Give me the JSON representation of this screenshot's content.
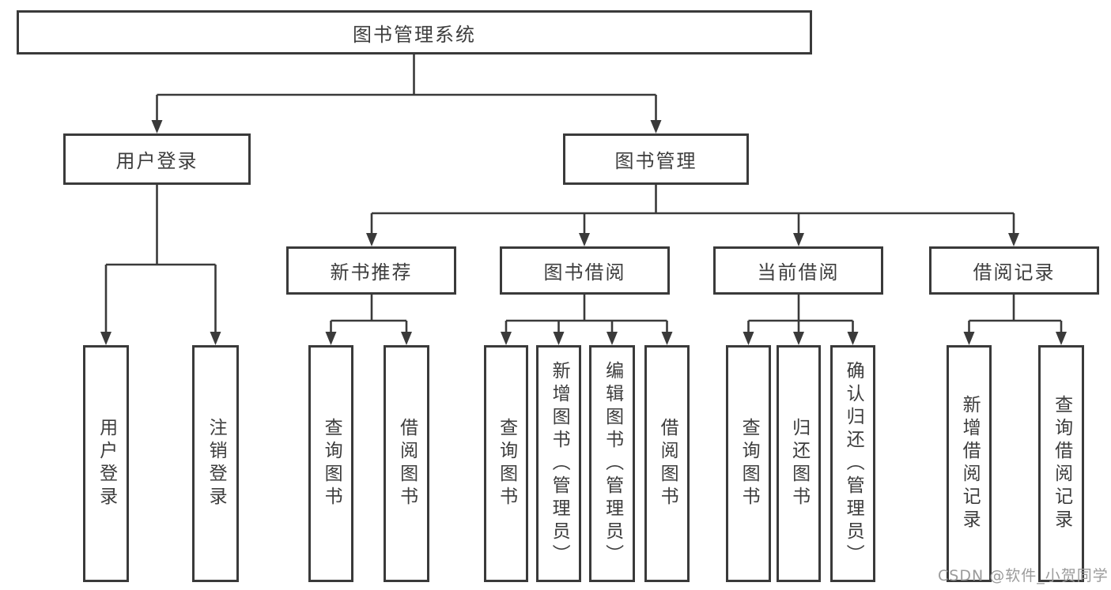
{
  "diagram": {
    "root": {
      "label": "图书管理系统"
    },
    "children": [
      {
        "label": "用户登录",
        "children": [
          {
            "label": "用户登录"
          },
          {
            "label": "注销登录"
          }
        ]
      },
      {
        "label": "图书管理",
        "children": [
          {
            "label": "新书推荐",
            "children": [
              {
                "label": "查询图书"
              },
              {
                "label": "借阅图书"
              }
            ]
          },
          {
            "label": "图书借阅",
            "children": [
              {
                "label": "查询图书"
              },
              {
                "label": "新增图书（管理员）"
              },
              {
                "label": "编辑图书（管理员）"
              },
              {
                "label": "借阅图书"
              }
            ]
          },
          {
            "label": "当前借阅",
            "children": [
              {
                "label": "查询图书"
              },
              {
                "label": "归还图书"
              },
              {
                "label": "确认归还（管理员）"
              }
            ]
          },
          {
            "label": "借阅记录",
            "children": [
              {
                "label": "新增借阅记录"
              },
              {
                "label": "查询借阅记录"
              }
            ]
          }
        ]
      }
    ]
  },
  "watermark": "CSDN @软件_小贺同学",
  "colors": {
    "line": "#3a3a3a",
    "text": "#3d3d3d",
    "watermark": "#9b9b9b",
    "background": "#ffffff"
  }
}
